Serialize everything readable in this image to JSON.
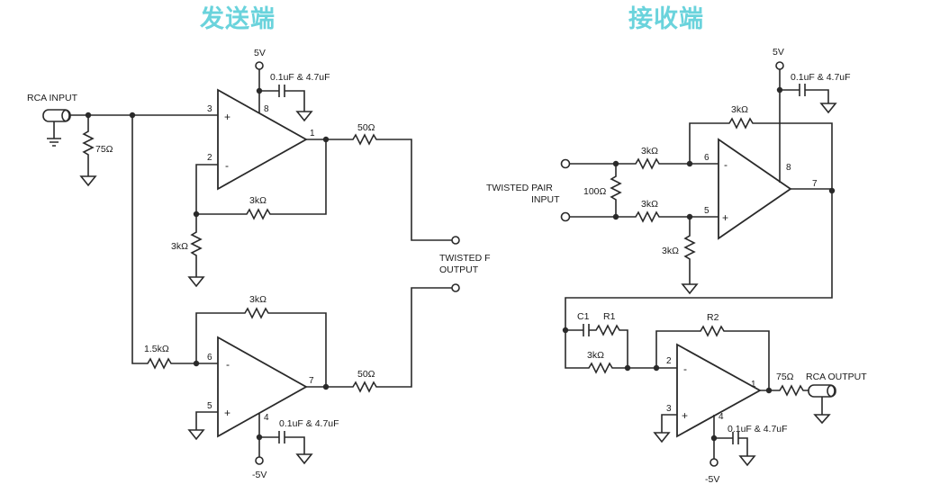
{
  "titles": {
    "left": "发送端",
    "right": "接收端"
  },
  "transmitter": {
    "rca_input": "RCA INPUT",
    "r_term": "75Ω",
    "pos_supply": "5V",
    "neg_supply": "-5V",
    "cap_top": "0.1uF & 4.7uF",
    "cap_bottom": "0.1uF & 4.7uF",
    "r_fb_top": "3kΩ",
    "r_gnd_top": "3kΩ",
    "r_fb_bottom": "3kΩ",
    "r_in_bottom": "1.5kΩ",
    "r_out_top": "50Ω",
    "r_out_bottom": "50Ω",
    "output_label_1": "TWISTED F",
    "output_label_2": "OUTPUT",
    "pins": {
      "u1_in_pos": "3",
      "u1_in_neg": "2",
      "u1_vcc": "8",
      "u1_out": "1",
      "u2_in_neg": "6",
      "u2_in_pos": "5",
      "u2_vee": "4",
      "u2_out": "7"
    }
  },
  "receiver": {
    "input_label_1": "TWISTED PAIR",
    "input_label_2": "INPUT",
    "r_term": "100Ω",
    "r_in_top": "3kΩ",
    "r_in_bottom": "3kΩ",
    "r_fb": "3kΩ",
    "r_gnd": "3kΩ",
    "pos_supply": "5V",
    "neg_supply": "-5V",
    "cap_top": "0.1uF & 4.7uF",
    "cap_bottom": "0.1uF & 4.7uF",
    "c1": "C1",
    "r1": "R1",
    "r2": "R2",
    "r_par": "3kΩ",
    "r_out": "75Ω",
    "rca_output": "RCA OUTPUT",
    "pins": {
      "u3_in_neg": "6",
      "u3_in_pos": "5",
      "u3_vcc": "8",
      "u3_out": "7",
      "u4_in_neg": "2",
      "u4_in_pos": "3",
      "u4_vee": "4",
      "u4_out": "1"
    }
  },
  "symbols": {
    "plus": "+",
    "minus": "-"
  }
}
